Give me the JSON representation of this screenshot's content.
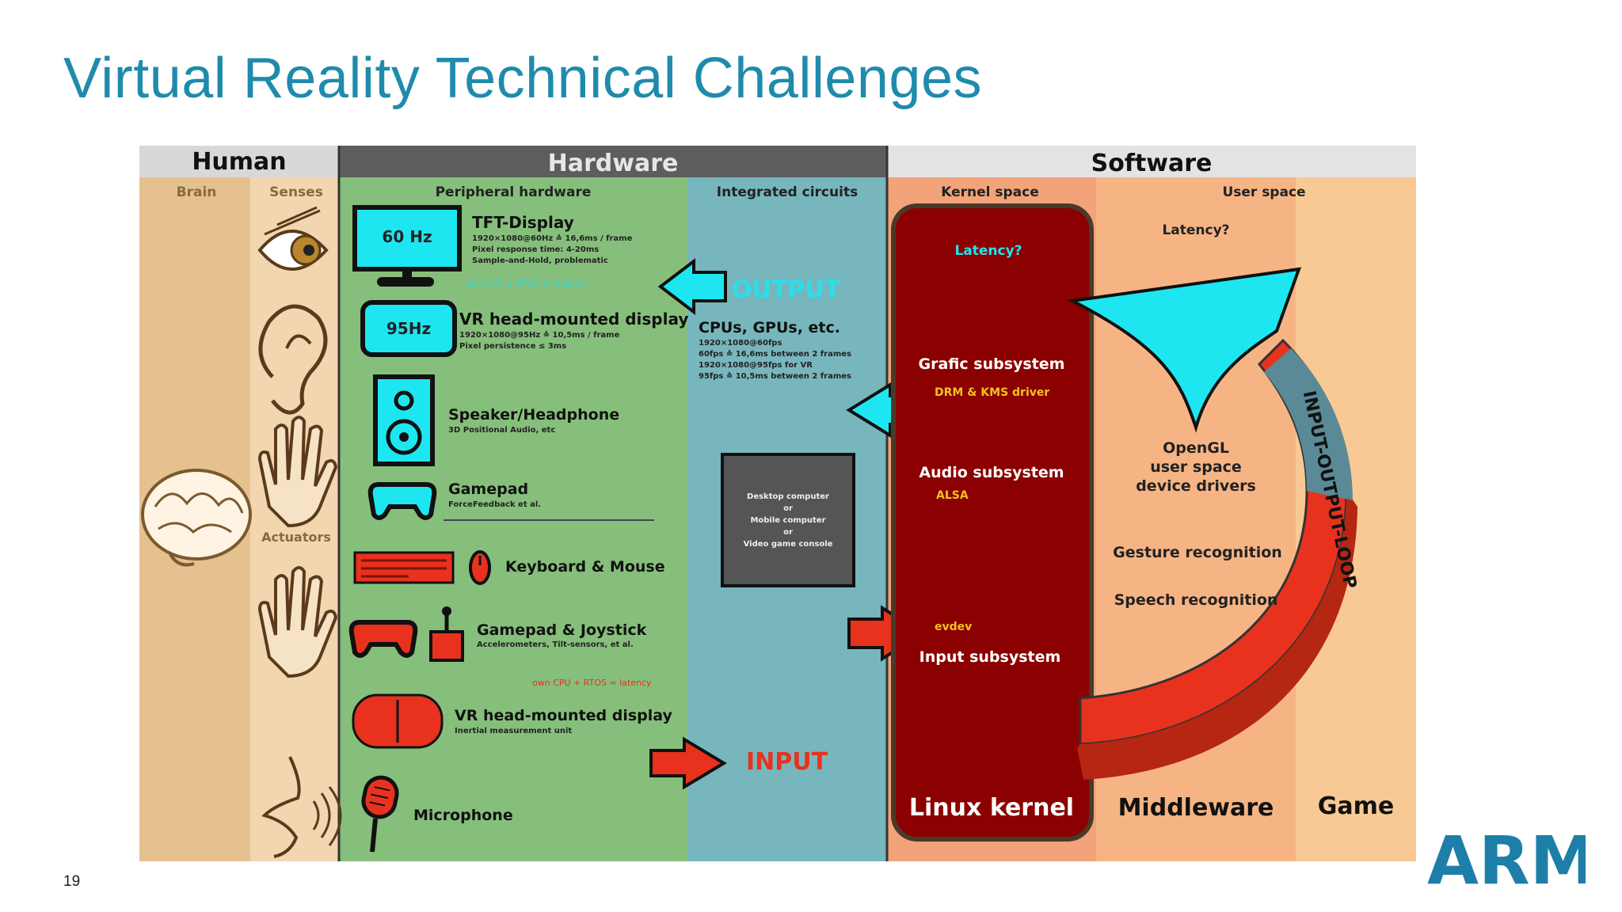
{
  "slide": {
    "title": "Virtual Reality Technical Challenges",
    "page_number": "19",
    "logo_text": "ARM"
  },
  "diagram": {
    "headers": {
      "human": "Human",
      "hardware": "Hardware",
      "software": "Software"
    },
    "columns": {
      "brain": "Brain",
      "senses": "Senses",
      "actuators": "Actuators",
      "peripheral": "Peripheral hardware",
      "integrated": "Integrated circuits",
      "kernel": "Kernel space",
      "user": "User space"
    },
    "output_devices": {
      "tft_badge": "60 Hz",
      "tft_title": "TFT-Display",
      "tft_line1": "1920×1080@60Hz ≙ 16,6ms / frame",
      "tft_line2": "Pixel response time: 4-20ms",
      "tft_line3": "Sample-and-Hold, problematic",
      "tft_note": "own CPU + RTOS = latency",
      "hmd_badge": "95Hz",
      "hmd_title": "VR head-mounted display",
      "hmd_line1": "1920×1080@95Hz ≙ 10,5ms / frame",
      "hmd_line2": "Pixel persistence ≤ 3ms",
      "speaker_title": "Speaker/Headphone",
      "speaker_sub": "3D Positional Audio, etc",
      "gamepad_title": "Gamepad",
      "gamepad_sub": "ForceFeedback et al."
    },
    "input_devices": {
      "keyboard_title": "Keyboard & Mouse",
      "joystick_title": "Gamepad & Joystick",
      "joystick_sub": "Accelerometers, Tilt-sensors, et al.",
      "rtos_note": "own CPU + RTOS = latency",
      "hmd_title": "VR head-mounted display",
      "hmd_sub": "Inertial measurement unit",
      "mic_title": "Microphone"
    },
    "integrated": {
      "output_label": "OUTPUT",
      "cpu_title": "CPUs, GPUs, etc.",
      "cpu_line1": "1920×1080@60fps",
      "cpu_line2": "60fps ≙ 16,6ms between 2 frames",
      "cpu_line3": "1920×1080@95fps for VR",
      "cpu_line4": "95fps ≙ 10,5ms between 2 frames",
      "computer_line1": "Desktop computer",
      "computer_line2": "or",
      "computer_line3": "Mobile computer",
      "computer_line4": "or",
      "computer_line5": "Video game console",
      "input_label": "INPUT"
    },
    "kernel": {
      "latency": "Latency?",
      "grafic": "Grafic subsystem",
      "drm": "DRM & KMS driver",
      "audio": "Audio subsystem",
      "alsa": "ALSA",
      "evdev": "evdev",
      "input": "Input subsystem",
      "footer": "Linux kernel"
    },
    "user_space": {
      "latency": "Latency?",
      "opengl_line1": "OpenGL",
      "opengl_line2": "user space",
      "opengl_line3": "device drivers",
      "gesture": "Gesture recognition",
      "speech": "Speech recognition",
      "loop": "INPUT-OUTPUT-LOOP",
      "middleware": "Middleware",
      "game": "Game"
    }
  },
  "colors": {
    "title": "#1f8bac",
    "human_bg": "#e9c48f",
    "hardware_bg": "#86bf7b",
    "integrated_bg": "#77b6bd",
    "kernel_bg": "#f2a37a",
    "user_bg": "#f7c08c",
    "kernel_box": "#8b0000",
    "cyan": "#1ee6f0",
    "red_arrow": "#e8321e",
    "logo": "#1d7fa8"
  }
}
